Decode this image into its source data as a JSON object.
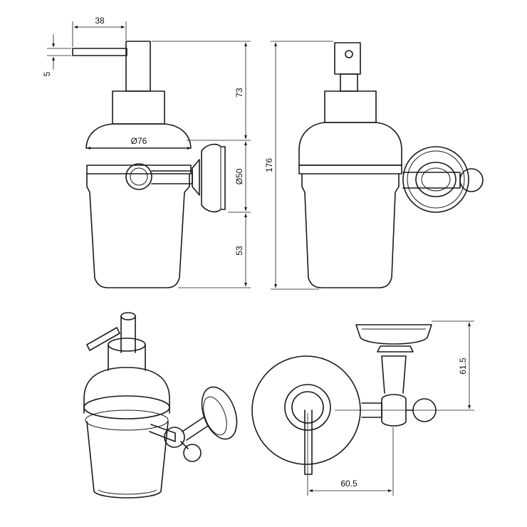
{
  "drawing": {
    "dimensions": {
      "nozzle_length": "38",
      "nozzle_diameter": "5",
      "pump_height": "73",
      "collar_diameter": "Ø76",
      "holder_diameter": "Ø50",
      "bottom_height": "53",
      "total_height": "176",
      "bracket_height": "61.5",
      "bracket_projection": "60.5"
    }
  }
}
